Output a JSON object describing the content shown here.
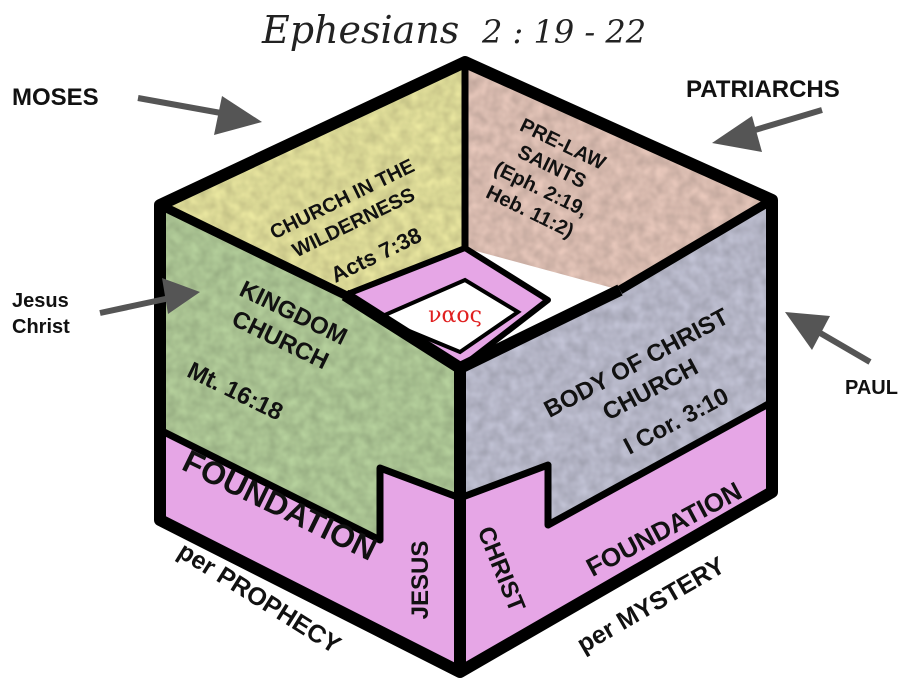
{
  "title": {
    "book": "Ephesians",
    "ref": "2 : 19 - 22"
  },
  "outer_labels": {
    "moses": "MOSES",
    "patriarchs": "PATRIARCHS",
    "jesus_christ": [
      "Jesus",
      "Christ"
    ],
    "paul": "PAUL"
  },
  "panels": {
    "wilderness": {
      "lines": [
        "CHURCH IN THE",
        "WILDERNESS"
      ],
      "ref": "Acts 7:38"
    },
    "prelaw": {
      "lines": [
        "PRE-LAW",
        "SAINTS",
        "(Eph. 2:19,",
        "Heb. 11:2)"
      ]
    },
    "kingdom": {
      "lines": [
        "KINGDOM",
        "CHURCH"
      ],
      "ref": "Mt. 16:18"
    },
    "body": {
      "lines": [
        "BODY OF CHRIST",
        "CHURCH"
      ],
      "ref": "I Cor. 3:10"
    },
    "naos": "ναος"
  },
  "foundation": {
    "left_word": "FOUNDATION",
    "jesus": "JESUS",
    "christ": "CHRIST",
    "right_word": "FOUNDATION",
    "per_prophecy": "per PROPHECY",
    "per_mystery": "per MYSTERY"
  },
  "colors": {
    "yellow_panel": "#f3f0a6",
    "peach_panel": "#f0cfc2",
    "green_panel": "#bcd8a2",
    "blue_panel": "#c9cadd",
    "pink_panel": "#e6a6e6",
    "outline": "#000000",
    "arrow": "#555555",
    "naos_text": "#e02020"
  }
}
